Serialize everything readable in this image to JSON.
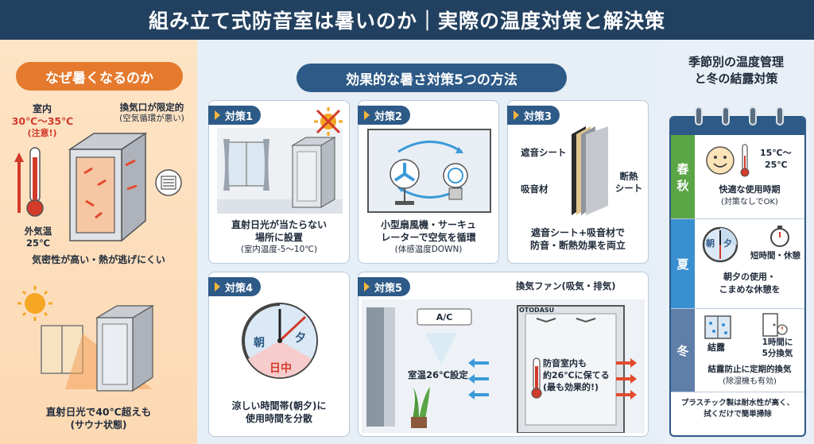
{
  "title": "組み立て式防音室は暑いのか｜実際の温度対策と解決策",
  "left": {
    "heading": "なぜ暑くなるのか",
    "indoor_label": "室内",
    "indoor_temp": "30℃〜35℃",
    "indoor_warn": "(注意!)",
    "vent_label": "換気口が限定的",
    "vent_sub": "(空気循環が悪い)",
    "outdoor_label": "外気温",
    "outdoor_temp": "25℃",
    "airtight_note": "気密性が高い・熱が逃げにくい",
    "sun_note": "直射日光で40℃超えも",
    "sun_sub": "(サウナ状態)"
  },
  "middle": {
    "heading": "効果的な暑さ対策5つの方法",
    "cards": [
      {
        "tag": "対策1",
        "line1": "直射日光が当たらない",
        "line2": "場所に設置",
        "sub": "(室内温度-5〜10℃)"
      },
      {
        "tag": "対策2",
        "line1": "小型扇風機・サーキュ",
        "line2": "レーターで空気を循環",
        "sub": "(体感温度DOWN)"
      },
      {
        "tag": "対策3",
        "label_a": "遮音シート",
        "label_b": "吸音材",
        "label_c1": "断熱",
        "label_c2": "シート",
        "line1": "遮音シート+吸音材で",
        "line2": "防音・断熱効果を両立"
      },
      {
        "tag": "対策4",
        "clock_a": "朝",
        "clock_b": "夕",
        "clock_c": "日中",
        "line1": "涼しい時間帯(朝夕)に",
        "line2": "使用時間を分散"
      },
      {
        "tag": "対策5",
        "ac_label": "A/C",
        "ac_note": "室温26℃設定",
        "fan_label": "換気ファン(吸気・排気)",
        "brand": "OTODASU",
        "room_line1": "防音室内も",
        "room_line2": "約26℃に保てる",
        "room_line3": "(最も効果的!)"
      }
    ]
  },
  "right": {
    "title_line1": "季節別の温度管理",
    "title_line2": "と冬の結露対策",
    "spring": {
      "label1": "春",
      "label2": "秋",
      "temp1": "15℃〜",
      "temp2": "25℃",
      "note1": "快適な使用時期",
      "note2": "(対策なしでOK)"
    },
    "summer": {
      "label": "夏",
      "clock_a": "朝",
      "clock_b": "夕",
      "timer_note": "短時間・休憩",
      "note1": "朝夕の使用・",
      "note2": "こまめな休憩を"
    },
    "winter": {
      "label": "冬",
      "condense": "結露",
      "vent1": "1時間に",
      "vent2": "5分換気",
      "note1": "結露防止に定期的換気",
      "note2": "(除湿機も有効)"
    },
    "footer1": "プラスチック製は耐水性が高く、",
    "footer2": "拭くだけで簡単掃除"
  },
  "colors": {
    "navy": "#22405f",
    "blue": "#2d5a87",
    "orange": "#e57a2e",
    "red": "#d23a2a",
    "green": "#5aa545",
    "summer": "#3a8fd0",
    "winter": "#5f7ea8"
  }
}
